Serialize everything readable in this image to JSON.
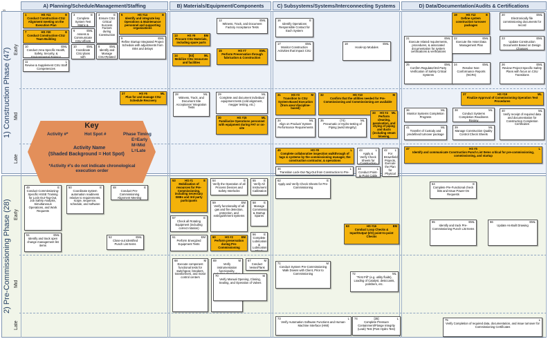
{
  "date": "5/16/2017 v18",
  "columns": [
    {
      "label": "A) Planning/Schedule/Management/Staffing"
    },
    {
      "label": "B) Materials/Equipment/Components"
    },
    {
      "label": "C) Subsystems/Systems/Interconnecting Systems"
    },
    {
      "label": "D) Data/Documentation/Audits & Certifications"
    }
  ],
  "phases": {
    "construction": "1) Construction Phase (47)",
    "precommissioning": "2) Pre-Commissioning Phase (28)"
  },
  "subphases": {
    "early": "Early",
    "mid": "Mid",
    "late": "Late"
  },
  "key": {
    "title": "Key",
    "activity": "Activity #*",
    "hotspot": "Hot Spot #",
    "phase_timing": "Phase Timing",
    "e": "E=Early",
    "m": "M=Mid",
    "l": "L=Late",
    "name": "Activity Name",
    "shaded": "(Shaded Background = Hot Spot)",
    "note": "*Activity #'s do not indicate chronological execution order"
  },
  "colors": {
    "hot": "#f3b20a",
    "orange": "#e38f5a",
    "band_construction": "#dfe7f2",
    "band_precomm": "#e9efd9"
  },
  "cards": [
    {
      "n": "1",
      "hs": "HS #11",
      "t": "E",
      "text": "Conduct Construction-CSU Alignment meeting on the Execution Plan",
      "hot": true
    },
    {
      "n": "7",
      "hs": "HS #20",
      "t": "E",
      "text": "Conduct Construction-CSU Team Building",
      "hot": true
    },
    {
      "n": "10",
      "hs": "",
      "t": "EML",
      "text": "Conduct Area Specific Health, Safety, Security, & Environmental Training",
      "hot": false
    },
    {
      "n": "11",
      "hs": "",
      "t": "L",
      "text": "Review & Supplement CSU Staff Competencies",
      "hot": false
    },
    {
      "n": "3",
      "hs": "",
      "t": "E",
      "text": "Complete System Test Matrix & Compendium",
      "hot": false
    },
    {
      "n": "6",
      "hs": "",
      "t": "EML",
      "text": "Assess & Communicate CSU effects from changes",
      "hot": false
    },
    {
      "n": "10",
      "hs": "",
      "t": "EML",
      "text": "Coordinate CSU plans with Operations on brownfield projects",
      "hot": false
    },
    {
      "n": "4",
      "hs": "",
      "t": "E",
      "text": "Ensure CSU Critical Success Factors during Construction",
      "hot": false
    },
    {
      "n": "8",
      "hs": "",
      "t": "EML",
      "text": "Identify and Manage CSU-Related Risks",
      "hot": false
    },
    {
      "n": "5",
      "hs": "HS #14",
      "t": "E",
      "text": "Identify and integrate key Operations & Maintenance personnel and supporting organizations",
      "hot": true
    },
    {
      "n": "9",
      "hs": "",
      "t": "EML",
      "text": "Refine Startup Integrated Project Schedule with adjustments from risks and delays",
      "hot": false
    },
    {
      "n": "27",
      "hs": "HS #6",
      "t": "ML",
      "text": "Plan for and manage CSU Schedule Recovery",
      "hot": true
    },
    {
      "n": "13",
      "hs": "HS #9",
      "t": "EM",
      "text": "Procure CSU Materials, including spare parts",
      "hot": true
    },
    {
      "n": "14",
      "hs": "[53]",
      "t": "ML",
      "text": "Mobilize CSU resources and facilities",
      "hot": true
    },
    {
      "n": "12",
      "hs": "",
      "t": "EML",
      "text": "Witness, Track, and Document Factory Acceptance Tests",
      "hot": false
    },
    {
      "n": "15",
      "hs": "HS #7",
      "t": "EML",
      "text": "Perform Preservation through fabrication & Construction",
      "hot": true
    },
    {
      "n": "28",
      "hs": "",
      "t": "ML",
      "text": "Witness, Track, and Document Site Acceptance/ Integration Tests",
      "hot": false
    },
    {
      "n": "29",
      "hs": "",
      "t": "ML",
      "text": "Complete and document individual equipment tests (cold alignment, megger testing, etc.)",
      "hot": false
    },
    {
      "n": "30",
      "hs": "HS #15",
      "t": "ML",
      "text": "Familiarize Operations personnel with equipment during FAT or on-site",
      "hot": true
    },
    {
      "n": "16",
      "hs": "",
      "t": "E",
      "text": "Identify Operations Responsible Contact for Each System",
      "hot": false
    },
    {
      "n": "17",
      "hs": "",
      "t": "EML",
      "text": "Monitor Construction Activities that impact CSU",
      "hot": false
    },
    {
      "n": "18",
      "hs": "",
      "t": "EML",
      "text": "Hook-Up Modules",
      "hot": false
    },
    {
      "n": "31",
      "hs": "HS #3",
      "t": "M",
      "text": "Transition to CSU System-Based Execution (from area/ discipline-based)",
      "hot": true
    },
    {
      "n": "32",
      "hs": "HS #10",
      "t": "M",
      "text": "Confirm that the utilities needed for Pre-Commissioning and Commissioning are available",
      "hot": true
    },
    {
      "n": "34",
      "hs": "",
      "t": "ML",
      "text": "Align on Product/ System Performance Requirements",
      "hot": false
    },
    {
      "n": "35",
      "hs": "(74)",
      "t": "ML",
      "text": "Pneumatic or Hydro-testing of Piping (weld integrity)",
      "hot": false
    },
    {
      "n": "33",
      "hs": "HS #4",
      "t": "ML",
      "text": "Perform cleaning, passivation, and drying of piping and ducts (including steam blowing, pigging, etc.)",
      "hot": true
    },
    {
      "n": "45",
      "hs": "HS #8",
      "t": "L",
      "text": "Complete collaborative inspection walkthrough of tags & systems by the commissioning manager, the construction contractor, & operations",
      "hot": true
    },
    {
      "n": "43",
      "hs": "",
      "t": "L",
      "text": "Apply & Verify Check Sheets for Construction Quality Control",
      "hot": false
    },
    {
      "n": "42",
      "hs": "",
      "t": "L",
      "text": "For Brownfield Projects, Execute the Plan for Physical Barriers to the Existing Plant Systems",
      "hot": false
    },
    {
      "n": "46",
      "hs": "",
      "t": "L",
      "text": "Transition Lock-Out-Tag-Out from Construction to Pre-Commissioning",
      "hot": false
    },
    {
      "n": "44",
      "hs": "",
      "t": "L",
      "text": "Conduct Point-to-Point Cable Continuity Checks",
      "hot": false
    },
    {
      "n": "19",
      "hs": "HS #12",
      "t": "E",
      "text": "Define system construction turnover packages",
      "hot": true
    },
    {
      "n": "20",
      "hs": "",
      "t": "EML",
      "text": "Electronically file commissioning documents for record",
      "hot": false
    },
    {
      "n": "21",
      "hs": "",
      "t": "EML",
      "text": "Execute related requirements, procedures, & associated documentation for system certifications & verifications",
      "hot": false
    },
    {
      "n": "22",
      "hs": "",
      "t": "EML",
      "text": "Execute the Asset Data Management Plan",
      "hot": false
    },
    {
      "n": "23",
      "hs": "",
      "t": "EML",
      "text": "Update Construction Documents Based on Design Changes",
      "hot": false
    },
    {
      "n": "25",
      "hs": "",
      "t": "EML",
      "text": "Confirm Regulator/3rd Party Verification of Safety Critical Systems",
      "hot": false
    },
    {
      "n": "24",
      "hs": "",
      "t": "EML",
      "text": "Resolve Non-Conformance Reports (NCRs)",
      "hot": false
    },
    {
      "n": "26",
      "hs": "",
      "t": "EML",
      "text": "Review Project-Specific Safety Plans with focus on CSU Transitions",
      "hot": false
    },
    {
      "n": "37",
      "hs": "HS #19",
      "t": "ML",
      "text": "Finalize Approval of Commissioning Operation Test Procedures",
      "hot": true
    },
    {
      "n": "36",
      "hs": "",
      "t": "ML",
      "text": "Monitor Systems Completion Progress",
      "hot": false
    },
    {
      "n": "38",
      "hs": "",
      "t": "ML",
      "text": "Conduct Systems Completion Readiness Review",
      "hot": false
    },
    {
      "n": "41",
      "hs": "",
      "t": "ML",
      "text": "Transfer of Custody and predefined turnover package",
      "hot": false
    },
    {
      "n": "39",
      "hs": "",
      "t": "ML",
      "text": "Manage Construction Quality Control Check Sheets",
      "hot": false
    },
    {
      "n": "40",
      "hs": "",
      "t": "ML",
      "text": "Verify receipt of required data and documentation for Construction Completion Certificates",
      "hot": false
    },
    {
      "n": "47",
      "hs": "HS #5",
      "t": "L",
      "text": "Identify and communicate Construction Punch List Items critical for pre-commissioning, commissioning, and startup",
      "hot": true
    },
    {
      "n": "49",
      "hs": "",
      "t": "E",
      "text": "Conduct Commissioning-Specific HSSE Training for Lock-Out-Tag-Out, Job Safety Analysis, Simultaneous Operations, and Work Requests",
      "hot": false
    },
    {
      "n": "50",
      "hs": "",
      "t": "E",
      "text": "Coordinate system automation readiness relative to requirements, scope, sequence, schedule, and software",
      "hot": false
    },
    {
      "n": "48",
      "hs": "",
      "t": "E",
      "text": "Conduct Pre-Commissioning Alignment Meeting",
      "hot": false
    },
    {
      "n": "51",
      "hs": "",
      "t": "EML",
      "text": "Identify and track open change management list items",
      "hot": false
    },
    {
      "n": "52",
      "hs": "",
      "t": "EML",
      "text": "Close-out Identified Punch List Items",
      "hot": false
    },
    {
      "n": "53",
      "hs": "HS #1",
      "t": "E",
      "text": "Mobilization of resources for Pre-Commissioning, including necessary SMEs and 3rd party participants",
      "hot": true
    },
    {
      "n": "57",
      "hs": "",
      "t": "E",
      "text": "Check all Rotating Equipment (including correct rotation)",
      "hot": false
    },
    {
      "n": "61",
      "hs": "",
      "t": "EM",
      "text": "Perform Energized Equipment Tests",
      "hot": false
    },
    {
      "n": "54",
      "hs": "",
      "t": "E",
      "text": "Verify the Operation of all Process Devices and Safety Interlocks",
      "hot": false
    },
    {
      "n": "59",
      "hs": "",
      "t": "EM",
      "text": "Verify functionality of all gas and fire detection, protection, and extinguishment systems",
      "hot": false
    },
    {
      "n": "60",
      "hs": "HS #2",
      "t": "EM",
      "text": "Perform preservation during Pre-Commissioning",
      "hot": true
    },
    {
      "n": "55",
      "hs": "",
      "t": "E",
      "text": "Verify All Instrument Calibration",
      "hot": false
    },
    {
      "n": "58",
      "hs": "",
      "t": "E",
      "text": "Manage Commissioning & Startup Spares",
      "hot": false
    },
    {
      "n": "56",
      "hs": "",
      "t": "E",
      "text": "Complete Lubrication & Lubrication Check Sheets",
      "hot": false
    },
    {
      "n": "68",
      "hs": "",
      "t": "M",
      "text": "Execute component functional tests for switchgear, breakers, transformers, and motor control centers",
      "hot": false
    },
    {
      "n": "69",
      "hs": "",
      "t": "M",
      "text": "Verify instrumentation functionality, including diagnostics and equipment alerts",
      "hot": false
    },
    {
      "n": "67",
      "hs": "",
      "t": "M",
      "text": "Conduct Vessel/Tank Inspections",
      "hot": false
    },
    {
      "n": "70",
      "hs": "",
      "t": "M",
      "text": "Verify Manual Opening, Closing, Sealing, and Operation of Valves",
      "hot": false
    },
    {
      "n": "62",
      "hs": "",
      "t": "E",
      "text": "Apply and Verify Check Sheets for Pre-Commissioning",
      "hot": false
    },
    {
      "n": "63",
      "hs": "HS #16",
      "t": "EM",
      "text": "Conduct Loop Checks & Input/Output (I/O) point-to-point Checks",
      "hot": true
    },
    {
      "n": "71",
      "hs": "",
      "t": "M",
      "text": "Conduct System Pre-Commissioning Walk Downs with Client, Prior to Commissioning",
      "hot": false
    },
    {
      "n": "72",
      "hs": "",
      "t": "ML",
      "text": "\"First Fill\" (e.g. utility fluids), Loading of Catalyst, desiccants, polishers, etc.",
      "hot": false
    },
    {
      "n": "73",
      "hs": "",
      "t": "L",
      "text": "Verify Automation Software Functions and Human-Machine Interface (HMI)",
      "hot": false
    },
    {
      "n": "74",
      "hs": "[35]",
      "t": "L",
      "text": "Complete Pressure Containment/Flange Integrity (Leak) Test (Post Hydro Test)",
      "hot": false
    },
    {
      "n": "64",
      "hs": "",
      "t": "E",
      "text": "Complete Pre-Functional check lists and Issue Power-On Requests",
      "hot": false
    },
    {
      "n": "65",
      "hs": "",
      "t": "EML",
      "text": "Identify and track Pre-Commissioning Punch List Items",
      "hot": false
    },
    {
      "n": "66",
      "hs": "",
      "t": "EML",
      "text": "Update As-Built Drawing",
      "hot": false
    },
    {
      "n": "75",
      "hs": "",
      "t": "L",
      "text": "Verify Completion of required data, documentation, and issue turnover for Commissioning Certificates",
      "hot": false
    }
  ]
}
